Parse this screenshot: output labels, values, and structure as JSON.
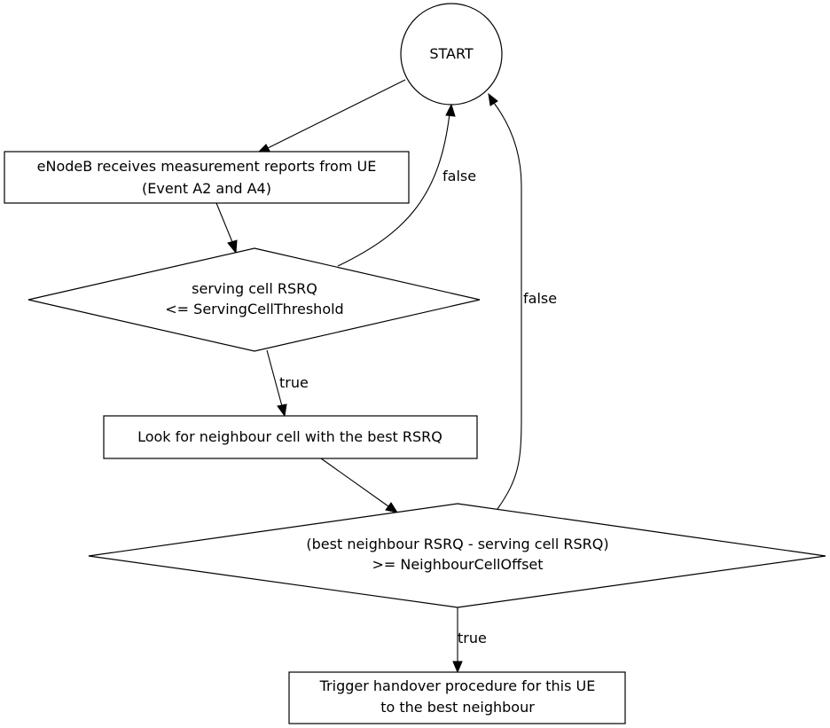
{
  "nodes": {
    "start": {
      "label": "START"
    },
    "receive": {
      "line1": "eNodeB receives measurement reports from UE",
      "line2": "(Event A2 and A4)"
    },
    "rsrq_check": {
      "line1": "serving cell RSRQ",
      "line2": "<= ServingCellThreshold"
    },
    "look": {
      "label": "Look for neighbour cell with the best RSRQ"
    },
    "offset_check": {
      "line1": "(best neighbour RSRQ - serving cell RSRQ)",
      "line2": ">= NeighbourCellOffset"
    },
    "trigger": {
      "line1": "Trigger handover procedure for this UE",
      "line2": "to the best neighbour"
    }
  },
  "edges": {
    "rsrq_false": "false",
    "rsrq_true": "true",
    "offset_false": "false",
    "offset_true": "true"
  }
}
